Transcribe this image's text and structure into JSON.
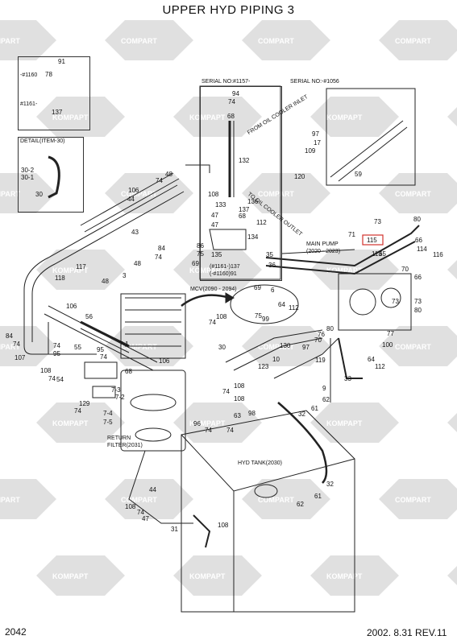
{
  "title": "UPPER HYD PIPING 3",
  "page_number": "2042",
  "date_revision": "2002. 8.31  REV.11",
  "watermark": {
    "brand_a": "KOMPAPT",
    "brand_b": "COMPART"
  },
  "insets": {
    "serial_a": "SERIAL NO:#1157-",
    "serial_b": "SERIAL NO:-#1056",
    "detail": "DETAIL(ITEM-30)",
    "inset_1160": "-#1160",
    "inset_1161": "#1161-"
  },
  "annotations": {
    "oil_cooler_inlet": "FROM OIL COOLER INLET",
    "oil_cooler_outlet": "TO OIL COOLER OUTLET",
    "main_pump": "MAIN PUMP",
    "main_pump_serial": "(2020 - 2023)",
    "mcv": "MCV(2090 - 2094)",
    "return_filter_a": "RETURN",
    "return_filter_b": "FILTER(2031)",
    "hyd_tank": "HYD TANK(2030)",
    "note_1161": "(#1161-)137",
    "note_1160": "(-#1160)91"
  },
  "callouts": [
    {
      "id": "c01",
      "text": "91"
    },
    {
      "id": "c02",
      "text": "78"
    },
    {
      "id": "c03",
      "text": "137"
    },
    {
      "id": "c04",
      "text": "30-2"
    },
    {
      "id": "c05",
      "text": "30-1"
    },
    {
      "id": "c06",
      "text": "30"
    },
    {
      "id": "c07",
      "text": "94"
    },
    {
      "id": "c08",
      "text": "74"
    },
    {
      "id": "c09",
      "text": "68"
    },
    {
      "id": "c10",
      "text": "132"
    },
    {
      "id": "c11",
      "text": "108"
    },
    {
      "id": "c12",
      "text": "133"
    },
    {
      "id": "c13",
      "text": "136"
    },
    {
      "id": "c14",
      "text": "137"
    },
    {
      "id": "c15",
      "text": "68"
    },
    {
      "id": "c16",
      "text": "112"
    },
    {
      "id": "c17",
      "text": "134"
    },
    {
      "id": "c18",
      "text": "47"
    },
    {
      "id": "c19",
      "text": "135"
    },
    {
      "id": "c20",
      "text": "47"
    },
    {
      "id": "c21",
      "text": "48"
    },
    {
      "id": "c22",
      "text": "74"
    },
    {
      "id": "c23",
      "text": "106"
    },
    {
      "id": "c24",
      "text": "44"
    },
    {
      "id": "c25",
      "text": "43"
    },
    {
      "id": "c26",
      "text": "117"
    },
    {
      "id": "c27",
      "text": "118"
    },
    {
      "id": "c28",
      "text": "84"
    },
    {
      "id": "c29",
      "text": "74"
    },
    {
      "id": "c30",
      "text": "86"
    },
    {
      "id": "c31",
      "text": "75"
    },
    {
      "id": "c32",
      "text": "69"
    },
    {
      "id": "c33",
      "text": "48"
    },
    {
      "id": "c34",
      "text": "3"
    },
    {
      "id": "c35",
      "text": "48"
    },
    {
      "id": "c36",
      "text": "106"
    },
    {
      "id": "c37",
      "text": "56"
    },
    {
      "id": "c38",
      "text": "84"
    },
    {
      "id": "c39",
      "text": "74"
    },
    {
      "id": "c40",
      "text": "107"
    },
    {
      "id": "c41",
      "text": "95"
    },
    {
      "id": "c42",
      "text": "74"
    },
    {
      "id": "c43",
      "text": "55"
    },
    {
      "id": "c44",
      "text": "95"
    },
    {
      "id": "c45",
      "text": "74"
    },
    {
      "id": "c46",
      "text": "7-1"
    },
    {
      "id": "c47",
      "text": "106"
    },
    {
      "id": "c48",
      "text": "108"
    },
    {
      "id": "c49",
      "text": "74"
    },
    {
      "id": "c50",
      "text": "54"
    },
    {
      "id": "c51",
      "text": "68"
    },
    {
      "id": "c52",
      "text": "7-3"
    },
    {
      "id": "c53",
      "text": "7-2"
    },
    {
      "id": "c54",
      "text": "129"
    },
    {
      "id": "c55",
      "text": "74"
    },
    {
      "id": "c56",
      "text": "7-4"
    },
    {
      "id": "c57",
      "text": "7-5"
    },
    {
      "id": "c58",
      "text": "96"
    },
    {
      "id": "c59",
      "text": "74"
    },
    {
      "id": "c60",
      "text": "69"
    },
    {
      "id": "c61",
      "text": "6"
    },
    {
      "id": "c62",
      "text": "64"
    },
    {
      "id": "c63",
      "text": "112"
    },
    {
      "id": "c64",
      "text": "75"
    },
    {
      "id": "c65",
      "text": "99"
    },
    {
      "id": "c66",
      "text": "74"
    },
    {
      "id": "c67",
      "text": "108"
    },
    {
      "id": "c68",
      "text": "30"
    },
    {
      "id": "c69",
      "text": "130"
    },
    {
      "id": "c70",
      "text": "123"
    },
    {
      "id": "c71",
      "text": "108"
    },
    {
      "id": "c72",
      "text": "74"
    },
    {
      "id": "c73",
      "text": "108"
    },
    {
      "id": "c74",
      "text": "98"
    },
    {
      "id": "c75",
      "text": "63"
    },
    {
      "id": "c76",
      "text": "74"
    },
    {
      "id": "c77",
      "text": "44"
    },
    {
      "id": "c78",
      "text": "108"
    },
    {
      "id": "c79",
      "text": "74"
    },
    {
      "id": "c80",
      "text": "47"
    },
    {
      "id": "c81",
      "text": "31"
    },
    {
      "id": "c82",
      "text": "108"
    },
    {
      "id": "c83",
      "text": "32"
    },
    {
      "id": "c84",
      "text": "61"
    },
    {
      "id": "c85",
      "text": "62"
    },
    {
      "id": "c86",
      "text": "32"
    },
    {
      "id": "c87",
      "text": "61"
    },
    {
      "id": "c88",
      "text": "62"
    },
    {
      "id": "c89",
      "text": "70"
    },
    {
      "id": "c90",
      "text": "97"
    },
    {
      "id": "c91",
      "text": "76"
    },
    {
      "id": "c92",
      "text": "80"
    },
    {
      "id": "c93",
      "text": "73"
    },
    {
      "id": "c94",
      "text": "10"
    },
    {
      "id": "c95",
      "text": "119"
    },
    {
      "id": "c96",
      "text": "9"
    },
    {
      "id": "c97",
      "text": "64"
    },
    {
      "id": "c98",
      "text": "112"
    },
    {
      "id": "c99",
      "text": "33"
    },
    {
      "id": "c100",
      "text": "77"
    },
    {
      "id": "c101",
      "text": "100"
    },
    {
      "id": "c102",
      "text": "80"
    },
    {
      "id": "c103",
      "text": "73"
    },
    {
      "id": "c104",
      "text": "71"
    },
    {
      "id": "c105",
      "text": "115"
    },
    {
      "id": "c106",
      "text": "35"
    },
    {
      "id": "c107",
      "text": "36"
    },
    {
      "id": "c108",
      "text": "113"
    },
    {
      "id": "c109",
      "text": "65"
    },
    {
      "id": "c110",
      "text": "114"
    },
    {
      "id": "c111",
      "text": "116"
    },
    {
      "id": "c112",
      "text": "66"
    },
    {
      "id": "c113",
      "text": "70"
    },
    {
      "id": "c114",
      "text": "66"
    },
    {
      "id": "c115",
      "text": "73"
    },
    {
      "id": "c116",
      "text": "80"
    },
    {
      "id": "c117",
      "text": "97"
    },
    {
      "id": "c118",
      "text": "17"
    },
    {
      "id": "c119",
      "text": "109"
    },
    {
      "id": "c120",
      "text": "120"
    },
    {
      "id": "c121",
      "text": "59"
    }
  ]
}
